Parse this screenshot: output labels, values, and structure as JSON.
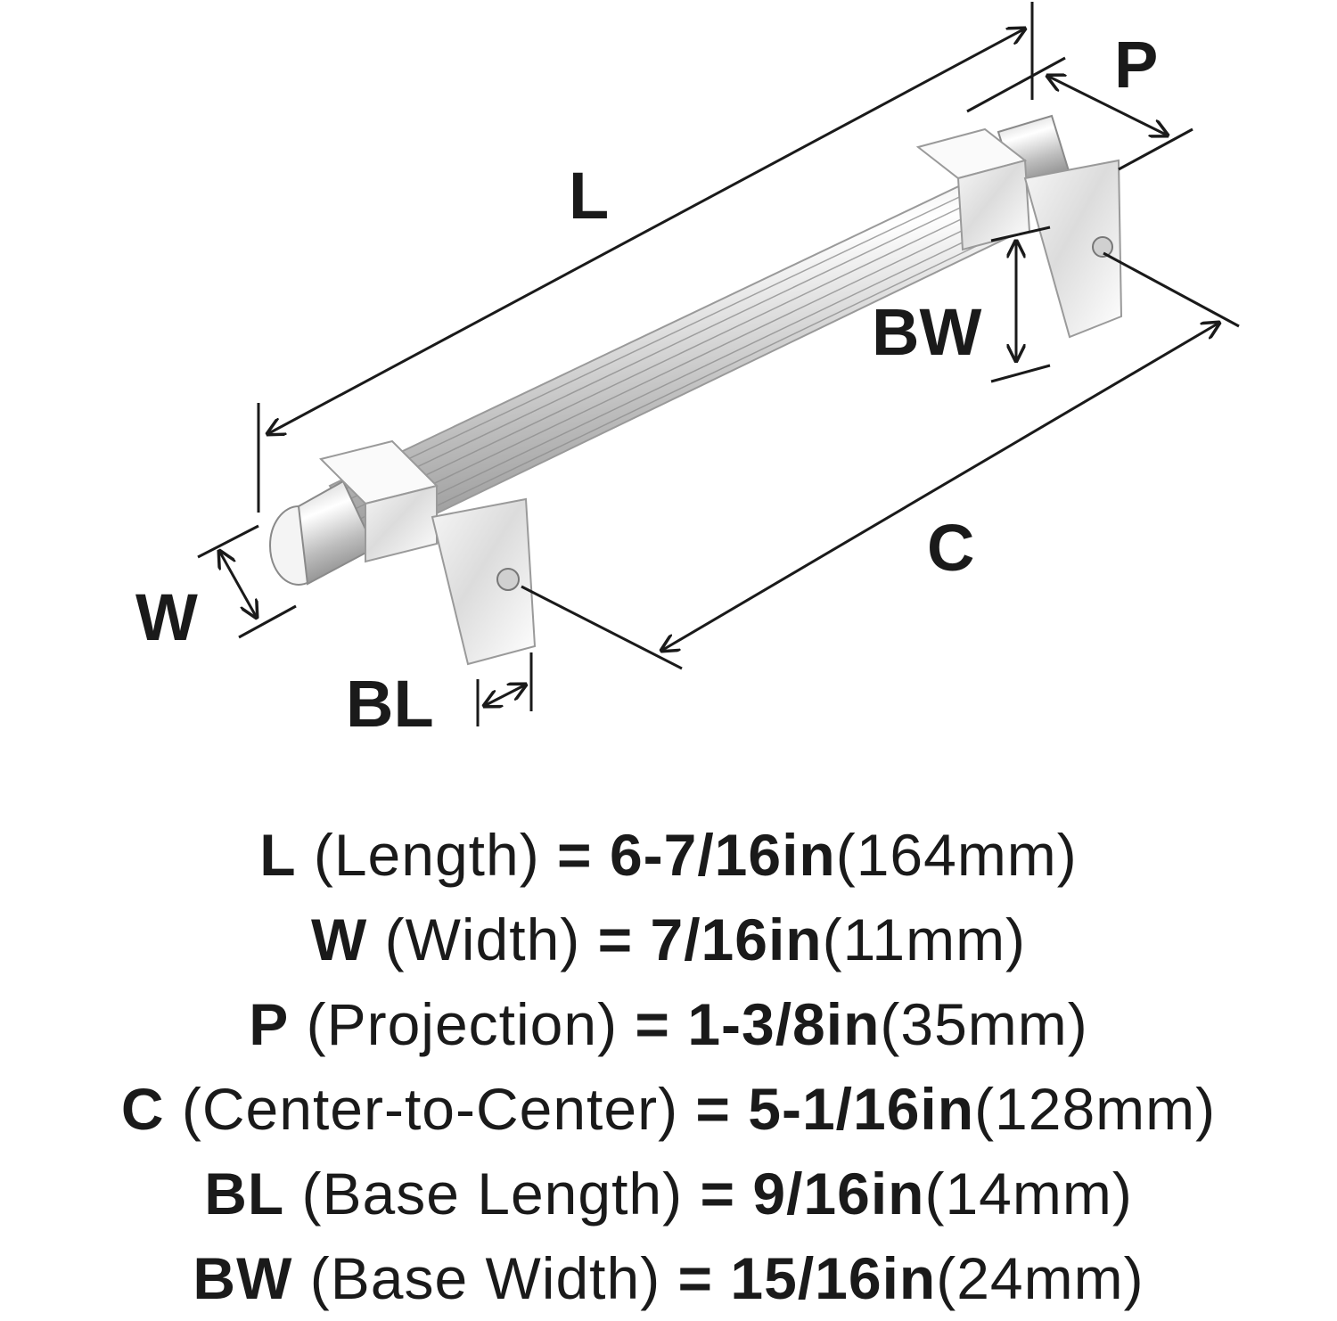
{
  "diagram": {
    "labels": {
      "L": "L",
      "P": "P",
      "BW": "BW",
      "C": "C",
      "W": "W",
      "BL": "BL"
    }
  },
  "specs": [
    {
      "key": "L",
      "desc": "(Length)",
      "eq": "=",
      "inch": "6-7/16in",
      "mm": "(164mm)"
    },
    {
      "key": "W",
      "desc": "(Width)",
      "eq": "=",
      "inch": "7/16in",
      "mm": "(11mm)"
    },
    {
      "key": "P",
      "desc": "(Projection)",
      "eq": "=",
      "inch": "1-3/8in",
      "mm": "(35mm)"
    },
    {
      "key": "C",
      "desc": "(Center-to-Center)",
      "eq": "=",
      "inch": "5-1/16in",
      "mm": "(128mm)"
    },
    {
      "key": "BL",
      "desc": "(Base Length)",
      "eq": "=",
      "inch": "9/16in",
      "mm": "(14mm)"
    },
    {
      "key": "BW",
      "desc": "(Base Width)",
      "eq": "=",
      "inch": "15/16in",
      "mm": "(24mm)"
    }
  ]
}
